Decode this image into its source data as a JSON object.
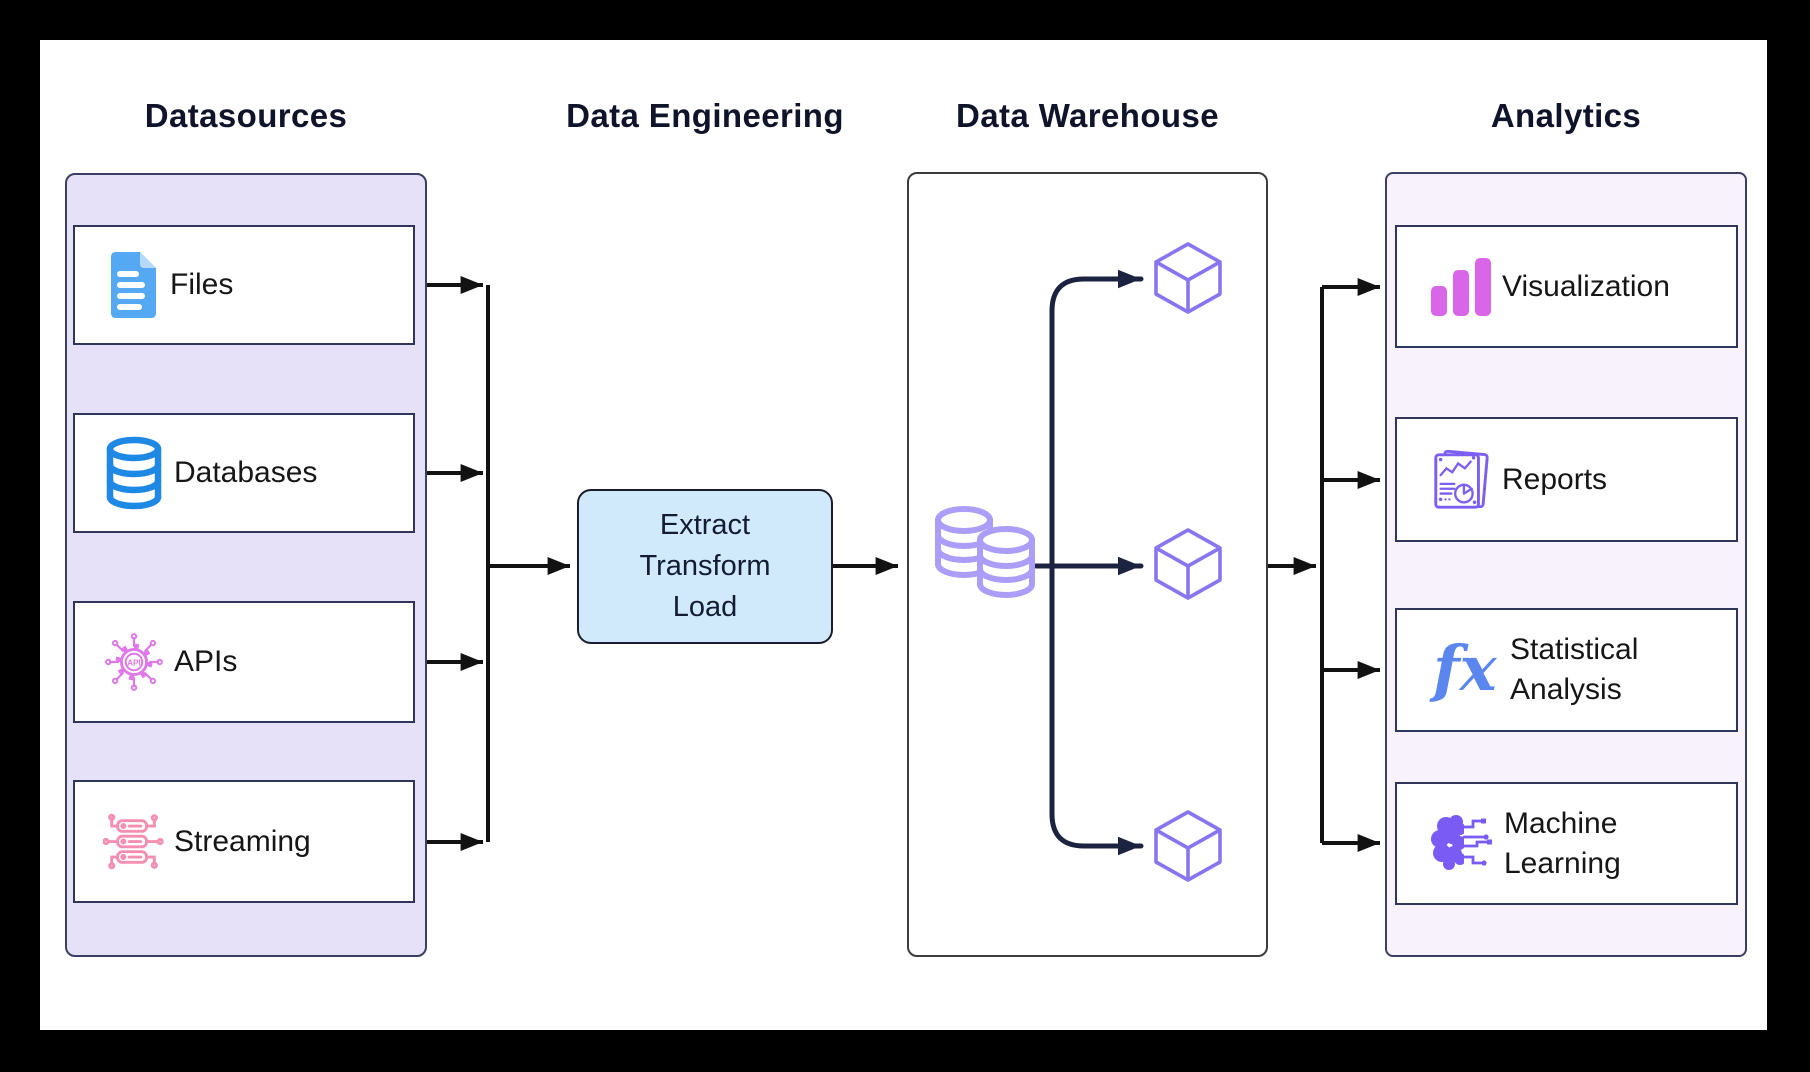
{
  "diagram": {
    "columns": [
      {
        "title": "Datasources",
        "items": [
          {
            "label": "Files",
            "icon": "file-icon",
            "color": "#55a9f2"
          },
          {
            "label": "Databases",
            "icon": "database-icon",
            "color": "#1e88e5"
          },
          {
            "label": "APIs",
            "icon": "api-gear-icon",
            "icon_text": "API",
            "color": "#df79e8"
          },
          {
            "label": "Streaming",
            "icon": "stream-server-icon",
            "color": "#f48fb1"
          }
        ]
      },
      {
        "title": "Data Engineering",
        "etl": {
          "lines": [
            "Extract",
            "Transform",
            "Load"
          ],
          "fill": "#d0e9fb"
        }
      },
      {
        "title": "Data Warehouse",
        "warehouse_icon": "warehouse-database-icon",
        "cube_icon": "data-mart-cube-icon",
        "cube_count": 3
      },
      {
        "title": "Analytics",
        "items": [
          {
            "label": "Visualization",
            "icon": "bar-chart-icon",
            "color": "#d966e8"
          },
          {
            "label": "Reports",
            "icon": "report-document-icon",
            "color": "#7c5ff0"
          },
          {
            "label": "Statistical Analysis",
            "icon": "fx-function-icon",
            "icon_text": "fx",
            "color": "#5b86ed"
          },
          {
            "label": "Machine Learning",
            "icon": "brain-circuit-icon",
            "color": "#7a5cf5"
          }
        ]
      }
    ],
    "colors": {
      "frame": "#000000",
      "sheet": "#ffffff",
      "datasources_panel": "#e6e0f8",
      "analytics_panel": "#f8f2fc",
      "etl_fill": "#d0e9fb",
      "connector_black": "#121212",
      "connector_navy": "#1b2340",
      "cube_purple": "#8a75f0",
      "warehouse_icon_purple": "#ab9df8"
    }
  }
}
